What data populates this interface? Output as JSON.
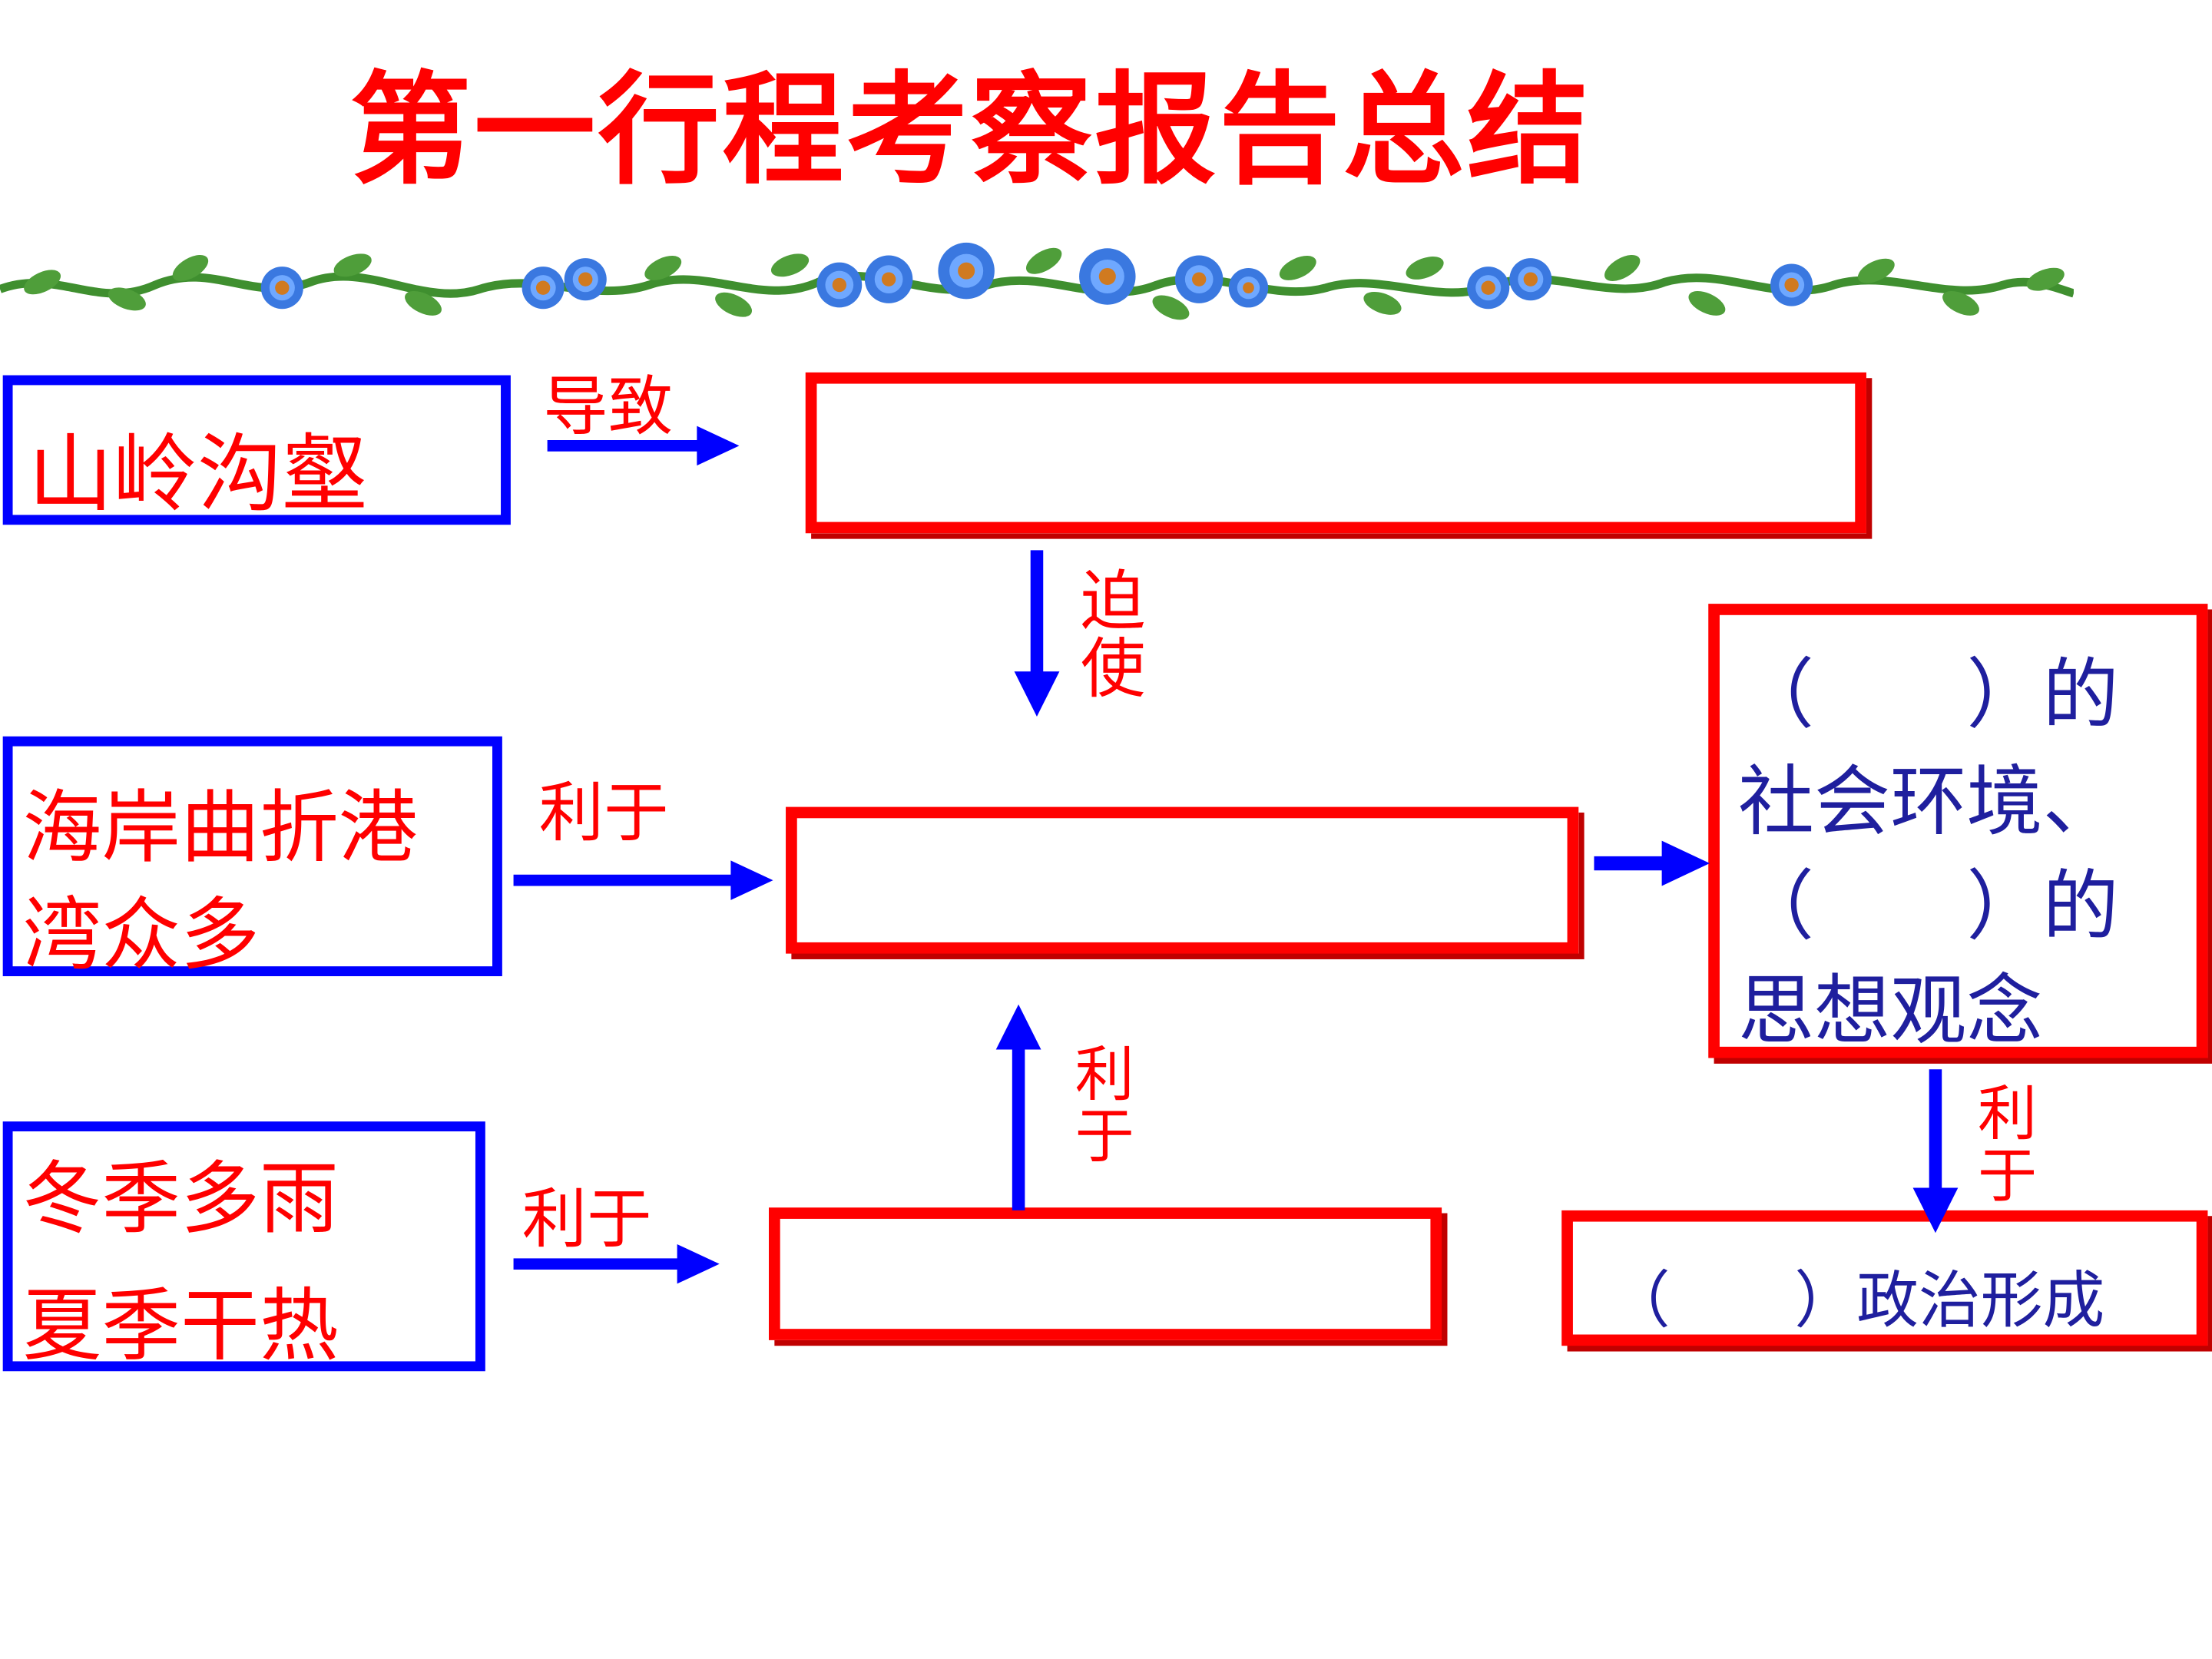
{
  "title": "第一行程考察报告总结",
  "colors": {
    "title": "#ff0000",
    "blue_border": "#0000ff",
    "red_border": "#ff0000",
    "arrow": "#0000ff",
    "answer_text": "#1f1f9e"
  },
  "causes": {
    "mountains": "山岭沟壑",
    "coast_line1": "海岸曲折港",
    "coast_line2": "湾众多",
    "climate_line1": "冬季多雨",
    "climate_line2": "夏季干热"
  },
  "links": {
    "lead_to": "导致",
    "force": "迫使",
    "benefit_coast": "利于",
    "benefit_climate": "利于",
    "benefit_up": "利于",
    "benefit_right": "利于"
  },
  "results": {
    "top_blank": "",
    "middle_blank": "",
    "bottom_blank": "",
    "env_line1": "（　　）的",
    "env_line2": "社会环境、",
    "env_line3": "（　　）的",
    "env_line4": "思想观念",
    "politics": "（　　）政治形成"
  },
  "decoration": {
    "garland": "flower-vine-garland"
  }
}
